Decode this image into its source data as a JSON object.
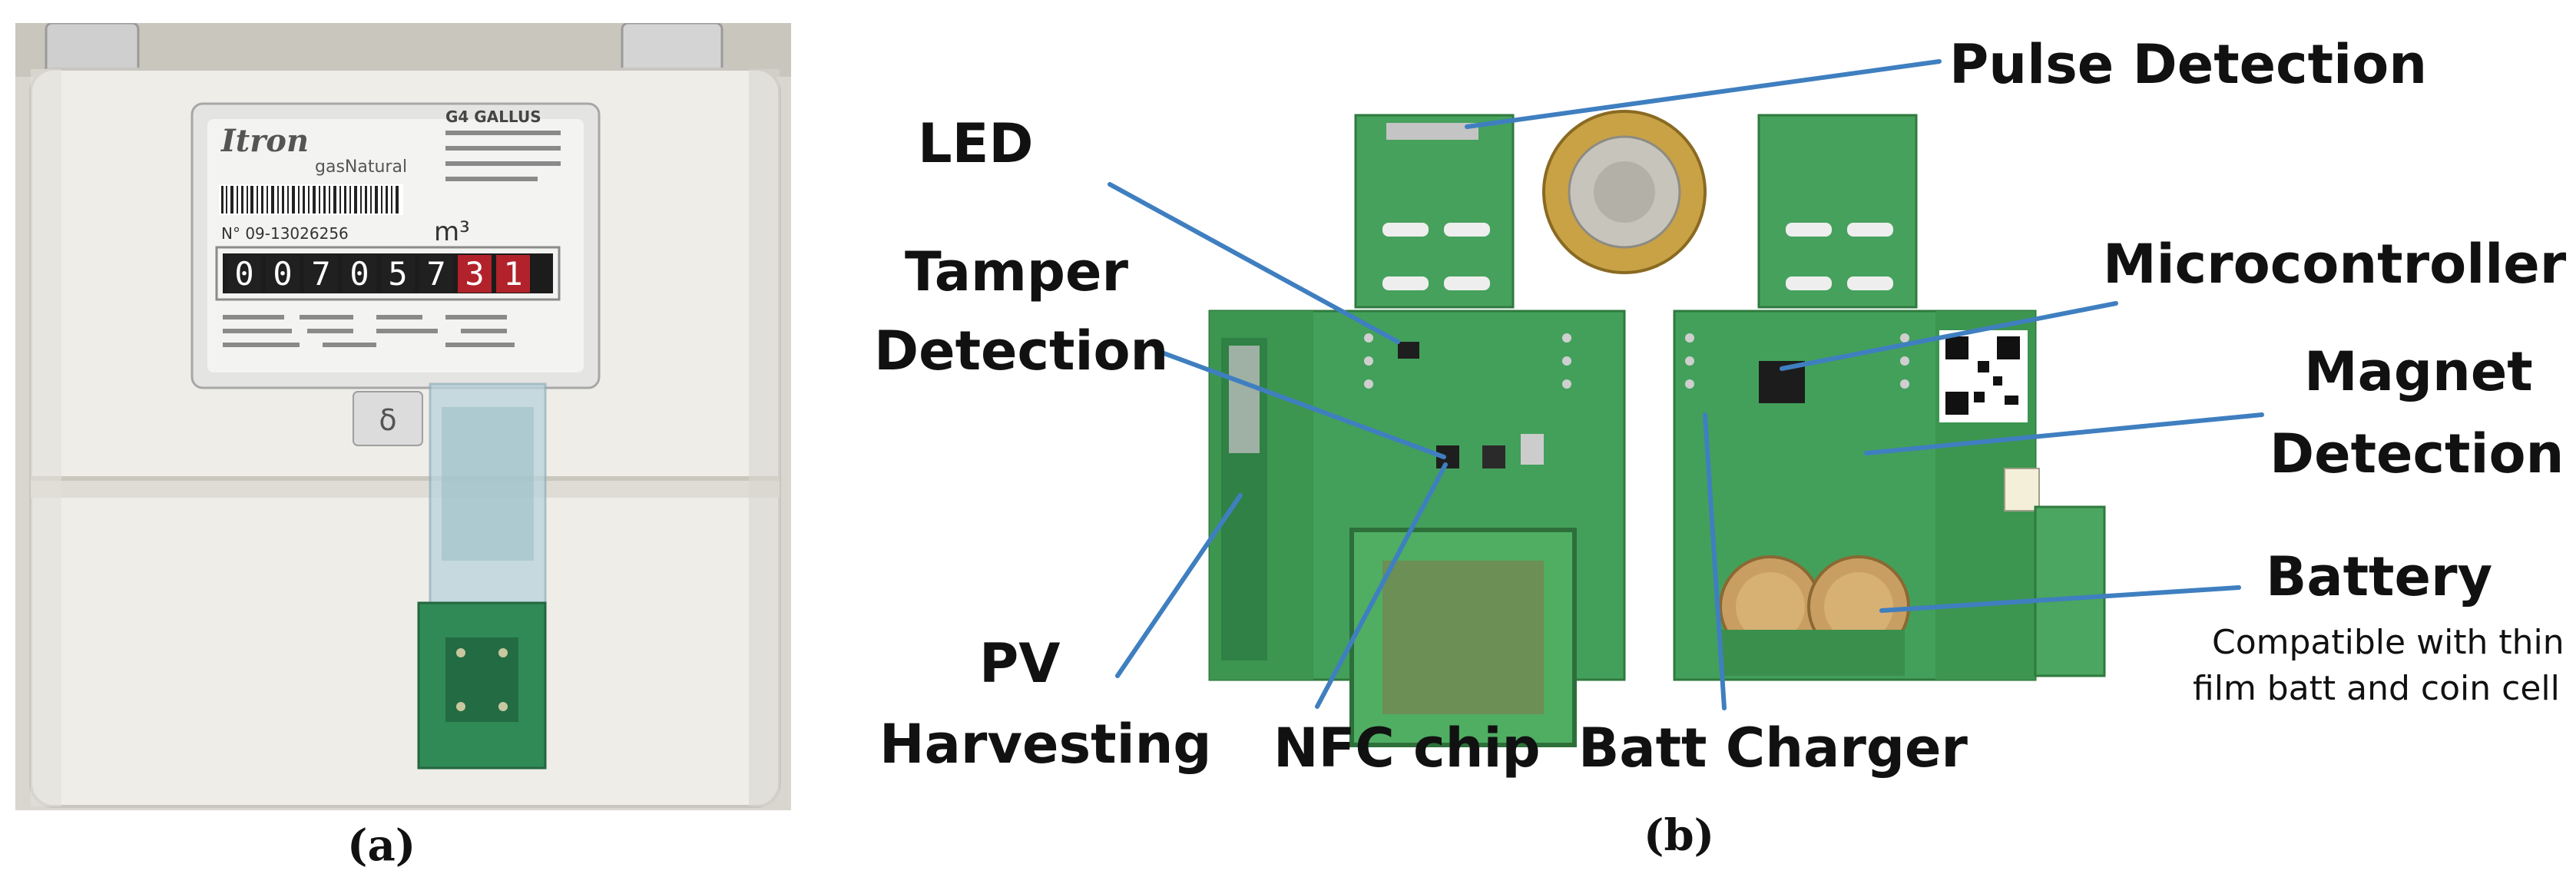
{
  "captions": {
    "a": "(a)",
    "b": "(b)"
  },
  "meter": {
    "brand": "Itron",
    "logo": "gasNatural",
    "model": "G4  GALLUS",
    "serial": "N° 09-13026256",
    "unit": "m³",
    "odometer_digits": [
      "0",
      "0",
      "7",
      "0",
      "5",
      "7",
      "3",
      "1"
    ]
  },
  "labels": {
    "pulse_detection": "Pulse Detection",
    "led": "LED",
    "tamper_detection_line1": "Tamper",
    "tamper_detection_line2": "Detection",
    "microcontroller": "Microcontroller",
    "magnet_detection_line1": "Magnet",
    "magnet_detection_line2": "Detection",
    "battery": "Battery",
    "battery_note_line1": "Compatible with thin",
    "battery_note_line2": "film batt and coin cell",
    "pv_harvesting_line1": "PV",
    "pv_harvesting_line2": "Harvesting",
    "nfc_chip": "NFC chip",
    "batt_charger": "Batt Charger"
  },
  "colors": {
    "callout_line": "#3f7fc0",
    "pcb": "#3f9d52",
    "pcb_dark": "#2f7a3e",
    "meter_body": "#ecebe6"
  }
}
